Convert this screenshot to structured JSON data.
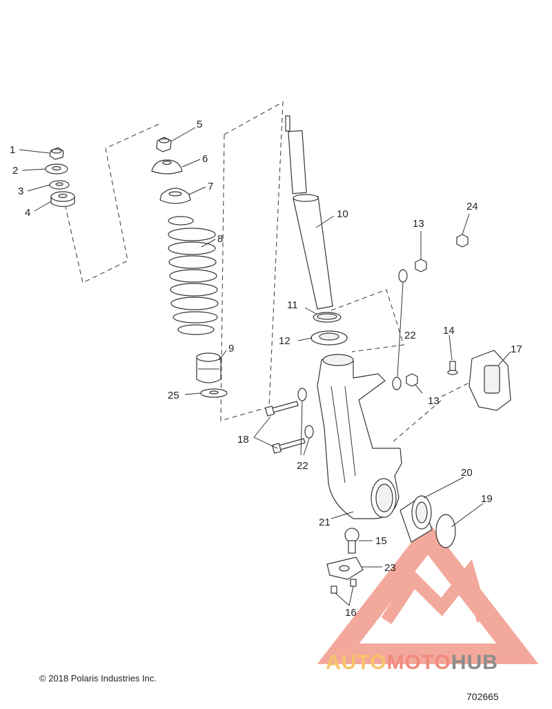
{
  "diagram": {
    "callouts": [
      "1",
      "2",
      "3",
      "4",
      "5",
      "6",
      "7",
      "8",
      "9",
      "10",
      "11",
      "12",
      "13",
      "13",
      "14",
      "15",
      "16",
      "17",
      "18",
      "19",
      "20",
      "21",
      "22",
      "22",
      "23",
      "24",
      "25"
    ],
    "copyright": "© 2018 Polaris Industries Inc.",
    "figure_id": "702665",
    "watermark": {
      "part1": "AUTO",
      "part2": "MOTO",
      "part3": "HUB"
    },
    "colors": {
      "line": "#333333",
      "watermark_red": "#f08b7b",
      "watermark_gold": "#f6c46a"
    }
  }
}
